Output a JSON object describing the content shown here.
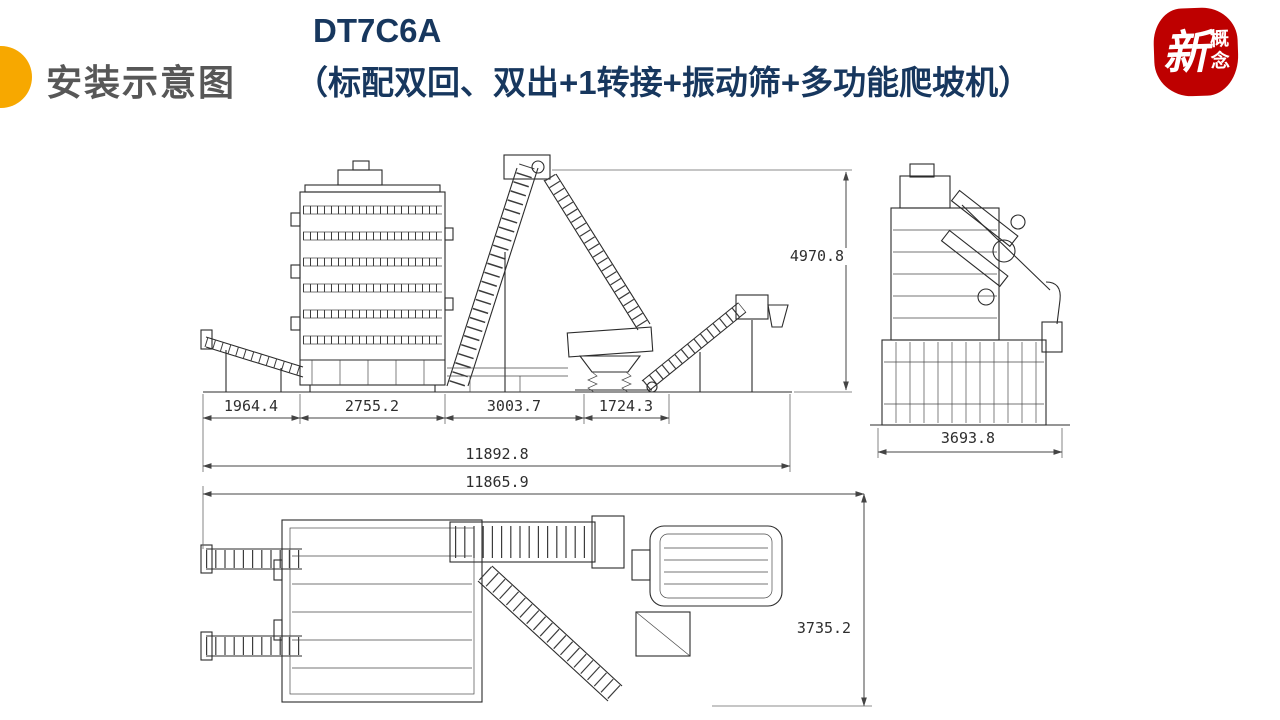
{
  "header": {
    "section_label": "安装示意图",
    "title_line1": "DT7C6A",
    "title_line2": "（标配双回、双出+1转接+振动筛+多功能爬坡机）",
    "logo": {
      "main_char": "新",
      "side_top": "概",
      "side_bottom": "念"
    }
  },
  "colors": {
    "accent_circle": "#F7A800",
    "title_text": "#17375E",
    "section_text": "#575757",
    "seal_red": "#BE0000",
    "drawing_line": "#2B2B2B"
  },
  "drawing": {
    "side_view": {
      "dim_segments": [
        "1964.4",
        "2755.2",
        "3003.7",
        "1724.3"
      ],
      "dim_total": "11892.8",
      "dim_height": "4970.8"
    },
    "end_view": {
      "dim_width": "3693.8"
    },
    "plan_view": {
      "dim_total": "11865.9",
      "dim_depth": "3735.2"
    }
  }
}
